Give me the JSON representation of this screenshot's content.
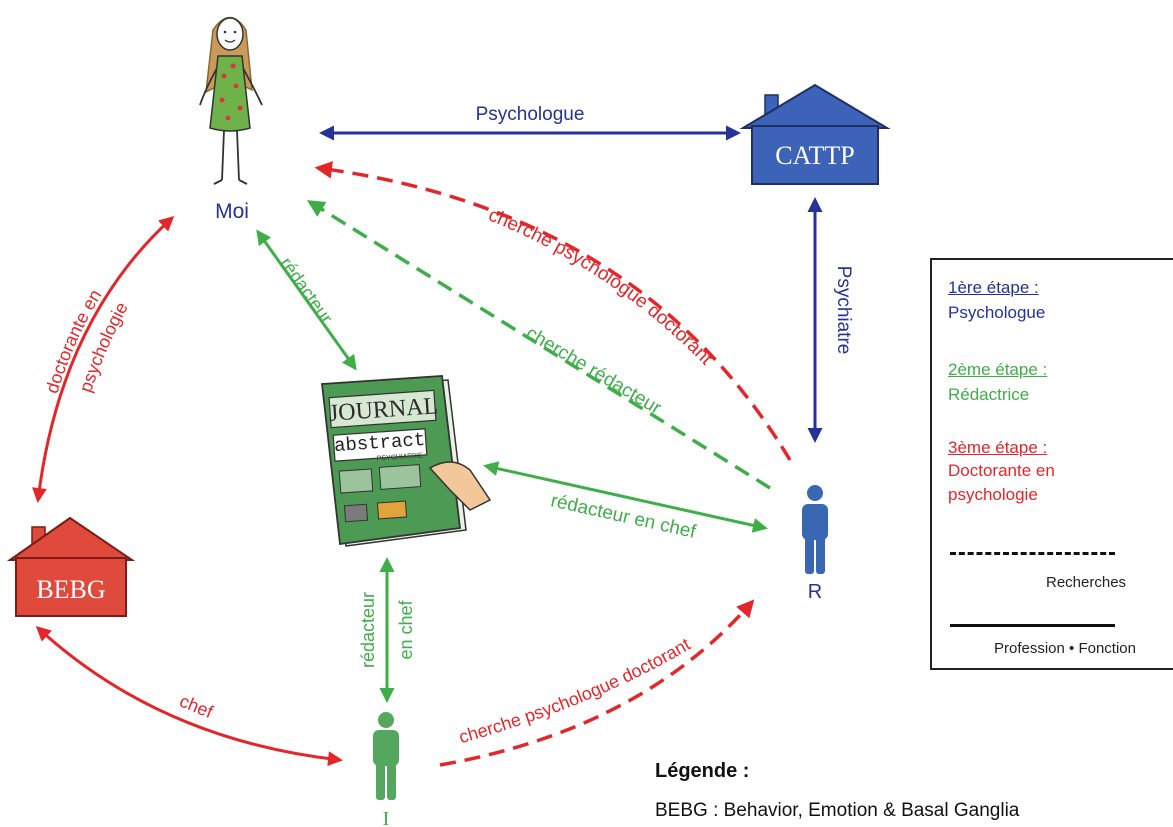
{
  "nodes": {
    "moi": "Moi",
    "cattp": "CATTP",
    "bebg": "BEBG",
    "journal_title": "JOURNAL",
    "journal_word": "abstract",
    "journal_sub": "PSYCHIATRIE",
    "r": "R",
    "i": "I"
  },
  "edges": {
    "psychologue": "Psychologue",
    "psychiatre": "Psychiatre",
    "cherche_psy_doc_top": "cherche psychologue doctorant",
    "cherche_redacteur": "cherche rédacteur",
    "redacteur": "rédacteur",
    "redacteur_en_chef_h": "rédacteur en chef",
    "redacteur_v1": "rédacteur",
    "redacteur_v2": "en chef",
    "doctorante_1": "doctorante en",
    "doctorante_2": "psychologie",
    "chef": "chef",
    "cherche_psy_doc_bottom": "cherche psychologue doctorant"
  },
  "legend_box": {
    "step1_title": "1ère étape :",
    "step1_text": "Psychologue",
    "step2_title": "2ème étape :",
    "step2_text": "Rédactrice",
    "step3_title": "3ème étape :",
    "step3_text_1": "Doctorante en",
    "step3_text_2": "psychologie",
    "dashed_caption": "Recherches",
    "solid_caption": "Profession • Fonction"
  },
  "legende": {
    "title": "Légende :",
    "text": "BEBG : Behavior, Emotion & Basal Ganglia"
  },
  "colors": {
    "blue": "#24329a",
    "green": "#3fae49",
    "red": "#e3262a",
    "house_blue": "#3d63b8",
    "house_red": "#e04a3c",
    "person_blue": "#3a67b2",
    "person_green": "#55a760"
  }
}
